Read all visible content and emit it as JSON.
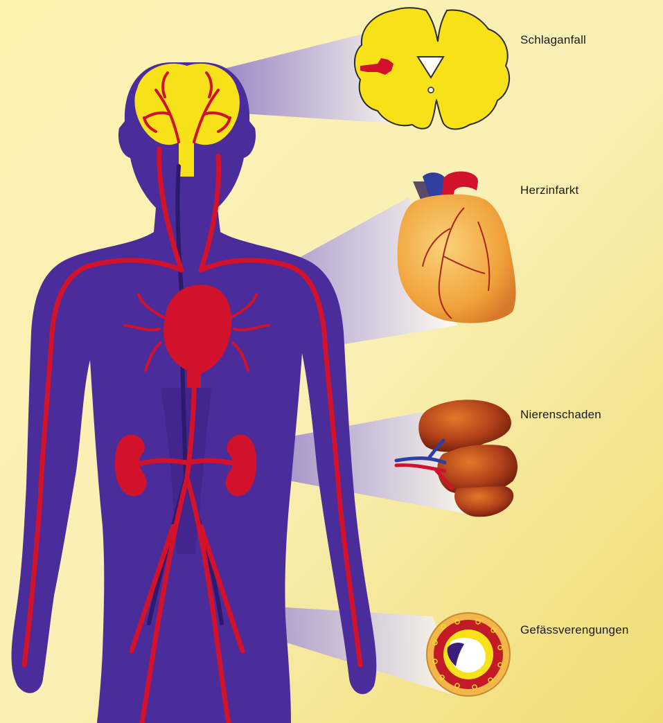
{
  "labels": {
    "stroke": "Schlaganfall",
    "heart_attack": "Herzinfarkt",
    "kidney_damage": "Nierenschaden",
    "vessel_narrowing": "Gefässverengungen"
  },
  "colors": {
    "background_light": "#fdf6c8",
    "background_dark": "#f2e07a",
    "body": "#4a2c9a",
    "vessel_red": "#d2112a",
    "vein_blue": "#2e1a6b",
    "brain_yellow": "#f7e21a",
    "heart_orange": "#f0a23a",
    "kidney_brown": "#8a2a12",
    "callout": "#c9b9ec"
  }
}
